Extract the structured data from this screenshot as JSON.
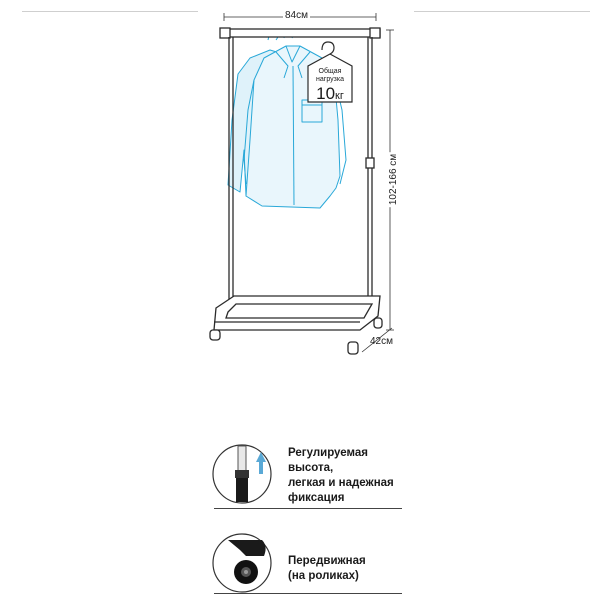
{
  "dimensions": {
    "width": "84см",
    "height": "102-166 см",
    "depth": "42см"
  },
  "load_tag": {
    "caption_line1": "Общая",
    "caption_line2": "нагрузка",
    "value": "10",
    "unit": "кг"
  },
  "features": [
    {
      "text": "Регулируемая\nвысота,\nлегкая и надежная\nфиксация",
      "icon": "telescopic-pole-icon"
    },
    {
      "text": "Передвижная\n(на роликах)",
      "icon": "caster-wheel-icon"
    }
  ],
  "colors": {
    "frame": "#2b2b2b",
    "shirt_outline": "#29a8d8",
    "shirt_fill": "#dff2fa",
    "arrow": "#5aa9d6"
  }
}
